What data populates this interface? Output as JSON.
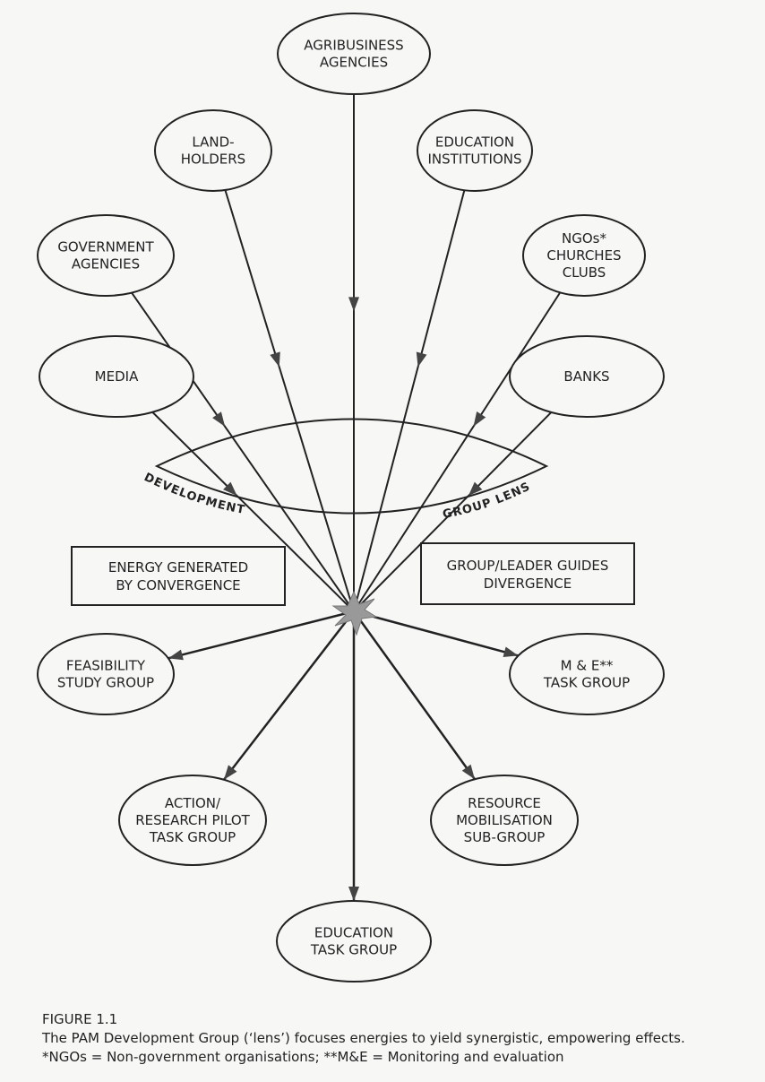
{
  "inputs": [
    {
      "id": "agri",
      "lines": [
        "AGRIBUSINESS",
        "AGENCIES"
      ]
    },
    {
      "id": "land",
      "lines": [
        "LAND-",
        "HOLDERS"
      ]
    },
    {
      "id": "eduinst",
      "lines": [
        "EDUCATION",
        "INSTITUTIONS"
      ]
    },
    {
      "id": "gov",
      "lines": [
        "GOVERNMENT",
        "AGENCIES"
      ]
    },
    {
      "id": "ngo",
      "lines": [
        "NGOs*",
        "CHURCHES",
        "CLUBS"
      ]
    },
    {
      "id": "media",
      "lines": [
        "MEDIA"
      ]
    },
    {
      "id": "banks",
      "lines": [
        "BANKS"
      ]
    }
  ],
  "outputs": [
    {
      "id": "feas",
      "lines": [
        "FEASIBILITY",
        "STUDY GROUP"
      ]
    },
    {
      "id": "me",
      "lines": [
        "M & E**",
        "TASK GROUP"
      ]
    },
    {
      "id": "action",
      "lines": [
        "ACTION/",
        "RESEARCH PILOT",
        "TASK GROUP"
      ]
    },
    {
      "id": "resource",
      "lines": [
        "RESOURCE",
        "MOBILISATION",
        "SUB-GROUP"
      ]
    },
    {
      "id": "edutask",
      "lines": [
        "EDUCATION",
        "TASK GROUP"
      ]
    }
  ],
  "lens": {
    "left_label": "DEVELOPMENT",
    "right_label": "GROUP LENS"
  },
  "boxes": {
    "left": [
      "ENERGY GENERATED",
      "BY CONVERGENCE"
    ],
    "right": [
      "GROUP/LEADER GUIDES",
      "DIVERGENCE"
    ]
  },
  "caption": {
    "figure": "FIGURE 1.1",
    "text": "The PAM Development Group (‘lens’) focuses energies to yield synergistic, empowering effects. *NGOs = Non-government organisations; **M&E = Monitoring and evaluation"
  }
}
